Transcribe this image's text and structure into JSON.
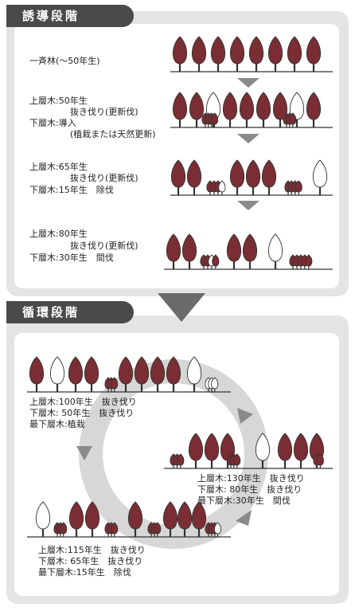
{
  "induction": {
    "title": "誘導段階",
    "steps": [
      {
        "lines": [
          "一斉林(～50年生)"
        ]
      },
      {
        "lines": [
          "上層木:50年生",
          "抜き伐り(更新伐)",
          "下層木:導入",
          "(植栽または天然更新)"
        ]
      },
      {
        "lines": [
          "上層木:65年生",
          "抜き伐り(更新伐)",
          "下層木:15年生　除伐"
        ]
      },
      {
        "lines": [
          "上層木:80年生",
          "抜き伐り(更新伐)",
          "下層木:30年生　間伐"
        ]
      }
    ]
  },
  "cycle": {
    "title": "循環段階",
    "stage_a": [
      "上層木:100年生　抜き伐り",
      "下層木: 50年生　抜き伐り",
      "最下層木:植栽"
    ],
    "stage_b": [
      "上層木:130年生　抜き伐り",
      "下層木: 80年生　抜き伐り",
      "最下層木:30年生　間伐"
    ],
    "stage_c": [
      "上層木:115年生　抜き伐り",
      "下層木: 65年生　抜き伐り",
      "最下層木:15年生　除伐"
    ]
  },
  "colors": {
    "panel": "#e4e4e4",
    "tab": "#4a4a4a",
    "tree_fill": "#7a2e33",
    "arrow": "#8a8a8a",
    "ring": "#d7d7d7"
  }
}
